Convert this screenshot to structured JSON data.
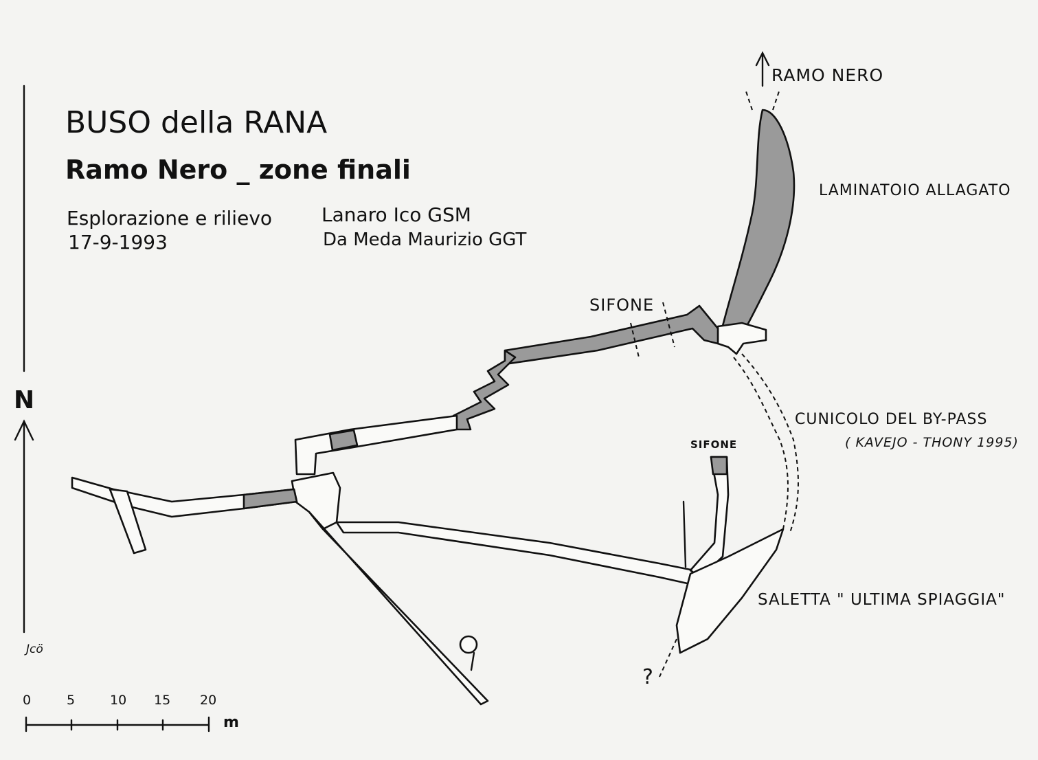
{
  "title": "BUSO della RANA",
  "subtitle": "Ramo Nero  _ zone finali",
  "credits": {
    "line1_left": "Esplorazione e rilievo",
    "line2_left": "17-9-1993",
    "line1_right": "Lanaro Ico  GSM",
    "line2_right": "Da Meda Maurizio  GGT"
  },
  "north": {
    "letter": "N"
  },
  "author_mark": "Jcö",
  "scale": {
    "ticks": [
      "0",
      "5",
      "10",
      "15",
      "20"
    ],
    "unit": "m"
  },
  "labels": {
    "ramo_nero": "RAMO NERO",
    "laminatoio": "LAMINATOIO  ALLAGATO",
    "sifone_top": "SIFONE",
    "sifone_small": "SIFONE",
    "cunicolo": "CUNICOLO DEL BY-PASS",
    "kavejo": "( KAVEJO - THONY   1995)",
    "saletta": "SALETTA \" ULTIMA SPIAGGIA\"",
    "question": "?"
  },
  "colors": {
    "ink": "#111111",
    "paper": "#f4f4f2",
    "water": "#9a9a9a"
  }
}
